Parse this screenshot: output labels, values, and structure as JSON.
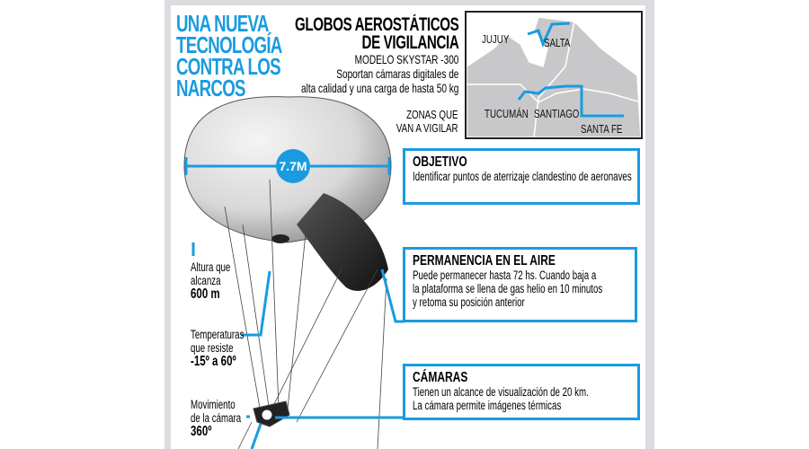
{
  "headline": [
    "UNA NUEVA",
    "TECNOLOGÍA",
    "CONTRA LOS",
    "NARCOS"
  ],
  "title": [
    "GLOBOS AEROSTÁTICOS",
    "DE VIGILANCIA"
  ],
  "model": "MODELO SKYSTAR -300",
  "description": [
    "Soportan cámaras digitales de",
    "alta calidad y una carga de hasta 50 kg"
  ],
  "zones_label": [
    "ZONAS QUE",
    "VAN A VIGILAR"
  ],
  "map": {
    "provinces": [
      "JUJUY",
      "SALTA",
      "TUCUMÁN",
      "SANTIAGO",
      "SANTA FE"
    ]
  },
  "diameter": "7.7M",
  "boxes": [
    {
      "title": "OBJETIVO",
      "lines": [
        "Identificar puntos de aterrizaje clandestino de aeronaves"
      ]
    },
    {
      "title": "PERMANENCIA EN EL AIRE",
      "lines": [
        "Puede permanecer hasta 72 hs. Cuando baja a",
        "la plataforma se llena de gas helio en 10 minutos",
        "y retoma su posición anterior"
      ]
    },
    {
      "title": "CÁMARAS",
      "lines": [
        "Tienen un alcance de visualización de 20 km.",
        "La cámara permite imágenes térmicas"
      ]
    }
  ],
  "specs": [
    {
      "lines": [
        "Altura que",
        "alcanza"
      ],
      "value": "600 m"
    },
    {
      "lines": [
        "Temperaturas",
        "que resiste"
      ],
      "value": "-15º a 60º"
    },
    {
      "lines": [
        "Movimiento",
        "de la cámara"
      ],
      "value": "360º"
    }
  ],
  "colors": {
    "accent": "#1a9be0",
    "frame": "#dcdce0",
    "map_land": "#c8c8ca"
  }
}
